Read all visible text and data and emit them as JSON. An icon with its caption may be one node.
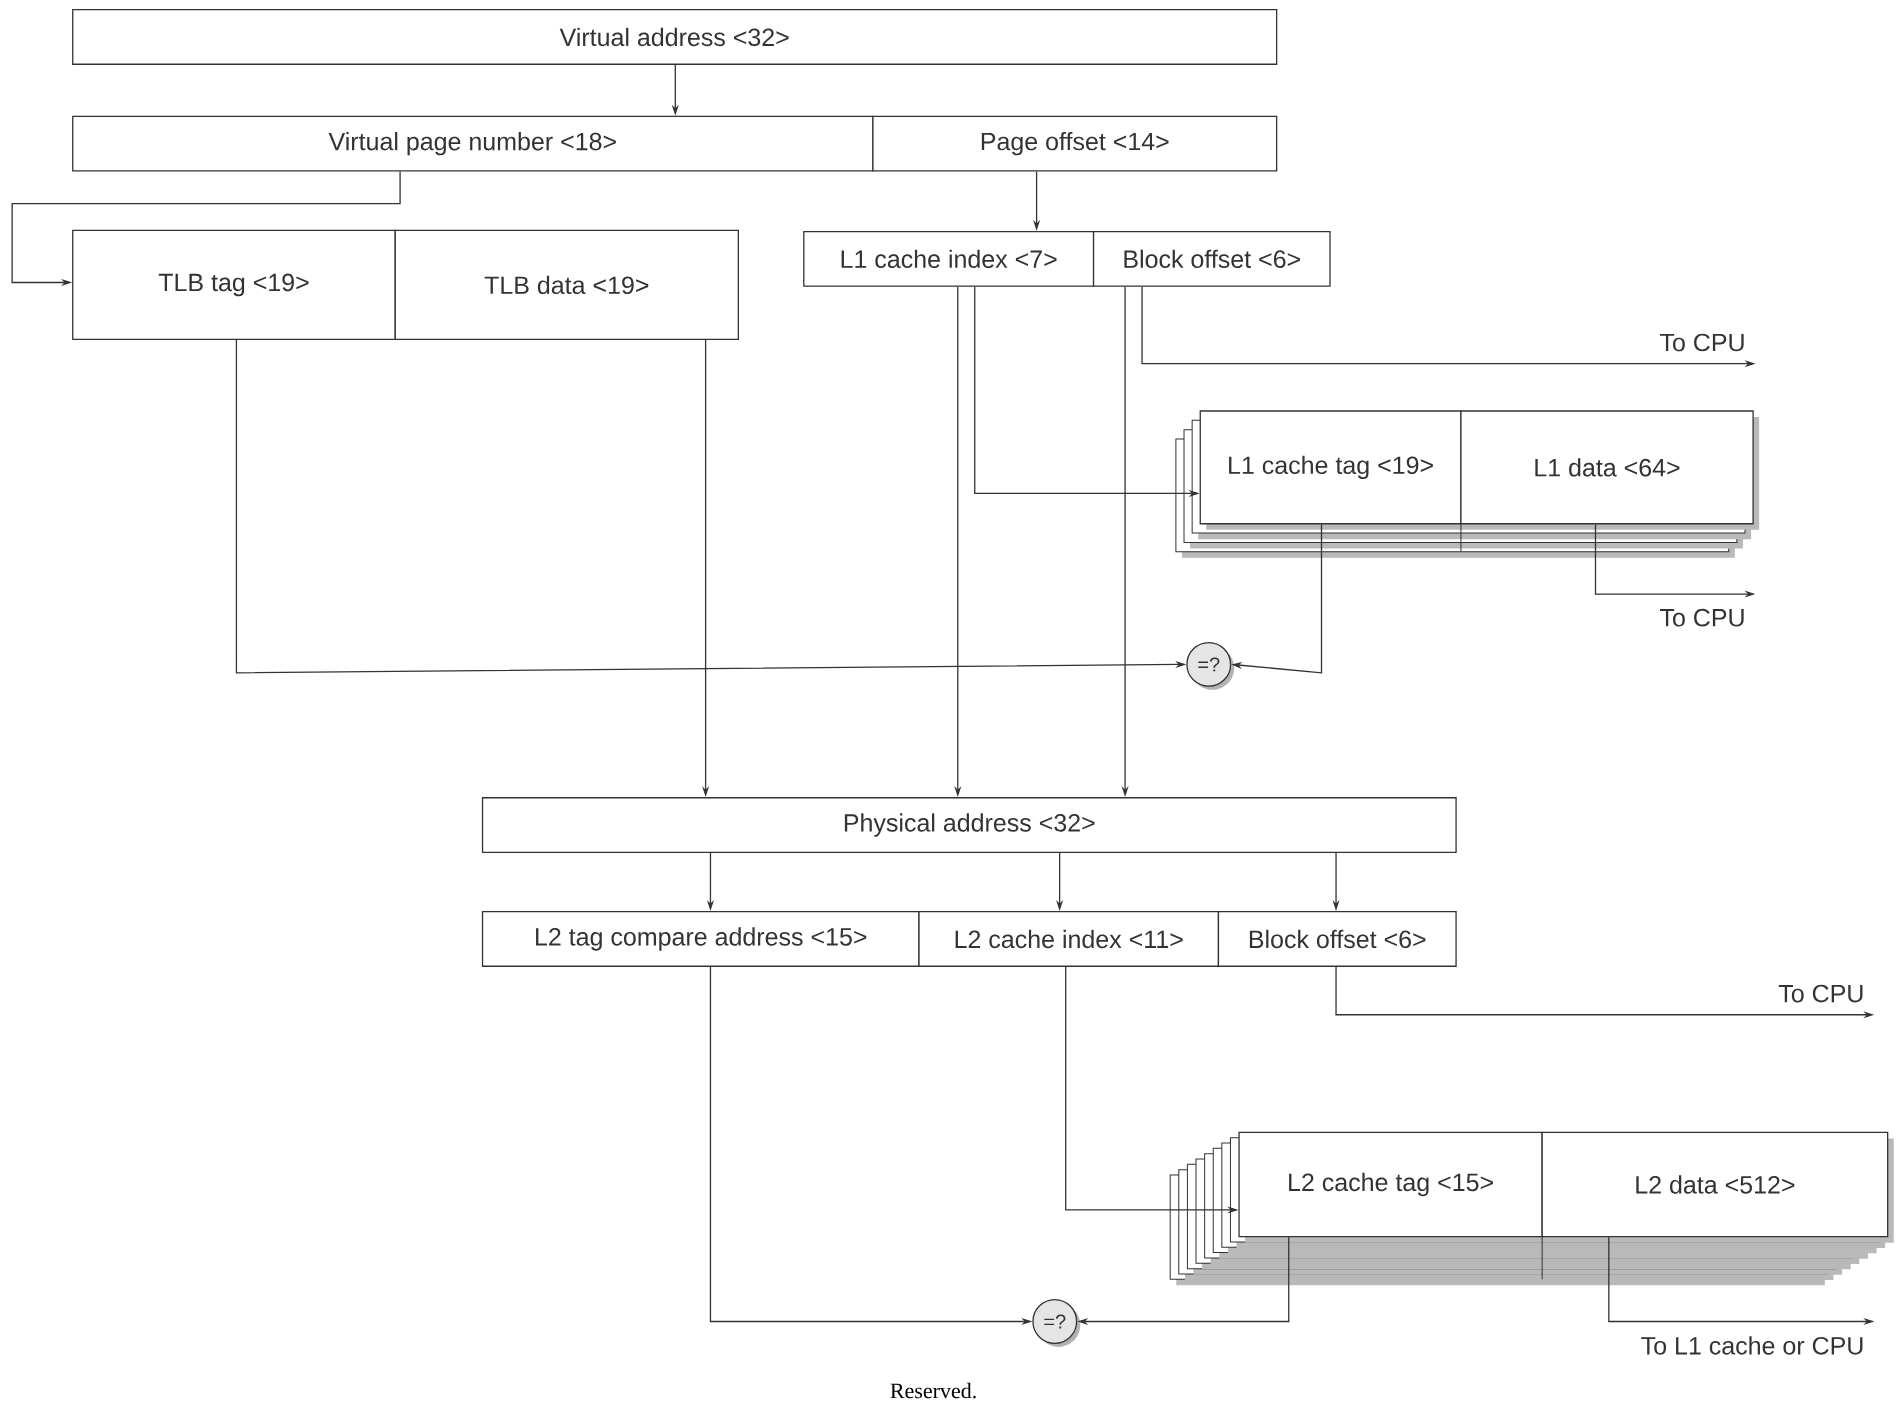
{
  "diagram": {
    "nodes": [
      {
        "text": [
          "Virtual address <32>"
        ]
      },
      {
        "text": [
          "Virtual page number <18>"
        ]
      },
      {
        "text": [
          "Page offset <14>"
        ]
      },
      {
        "text": [
          "TLB tag <19>"
        ]
      },
      {
        "text": [
          "TLB data <19>"
        ]
      },
      {
        "text": [
          "L1 cache index <7>"
        ]
      },
      {
        "text": [
          "Block offset <6>"
        ]
      },
      {
        "text": [
          "L1 cache tag <19>"
        ]
      },
      {
        "text": [
          "L1 data <64>"
        ]
      },
      {
        "text": [
          "=?"
        ]
      },
      {
        "text": [
          "Physical address <32>"
        ]
      },
      {
        "text": [
          "L2 tag compare address <15>"
        ]
      },
      {
        "text": [
          "L2 cache index <11>"
        ]
      },
      {
        "text": [
          "Block offset <6>"
        ]
      },
      {
        "text": [
          "L2 cache tag <15>"
        ]
      },
      {
        "text": [
          "L2 data <512>"
        ]
      },
      {
        "text": [
          "=?"
        ]
      }
    ],
    "edges": [
      {
        "from": 0,
        "to": 1,
        "arrow": "to"
      },
      {
        "from": 1,
        "to": 3,
        "arrow": "to"
      },
      {
        "from": 2,
        "to": 5,
        "arrow": "to"
      },
      {
        "from": 5,
        "to": 7,
        "arrow": "to"
      },
      {
        "from": 5,
        "to": 10,
        "arrow": "to"
      },
      {
        "from": 6,
        "to": 10,
        "arrow": "to"
      },
      {
        "from": 6,
        "to": null,
        "arrow": "to",
        "label": "To CPU"
      },
      {
        "from": 8,
        "to": null,
        "arrow": "to",
        "label": "To CPU"
      },
      {
        "from": 3,
        "to": 9,
        "arrow": "to"
      },
      {
        "from": 7,
        "to": 9,
        "arrow": "to"
      },
      {
        "from": 4,
        "to": 10,
        "arrow": "to"
      },
      {
        "from": 10,
        "to": 11,
        "arrow": "to"
      },
      {
        "from": 10,
        "to": 12,
        "arrow": "to"
      },
      {
        "from": 10,
        "to": 13,
        "arrow": "to"
      },
      {
        "from": 13,
        "to": null,
        "arrow": "to",
        "label": "To CPU"
      },
      {
        "from": 12,
        "to": 14,
        "arrow": "to"
      },
      {
        "from": 11,
        "to": 16,
        "arrow": "to"
      },
      {
        "from": 14,
        "to": 16,
        "arrow": "to"
      },
      {
        "from": 15,
        "to": null,
        "arrow": "to",
        "label": "To L1 cache or CPU"
      }
    ],
    "labels": [
      "Reserved."
    ]
  }
}
